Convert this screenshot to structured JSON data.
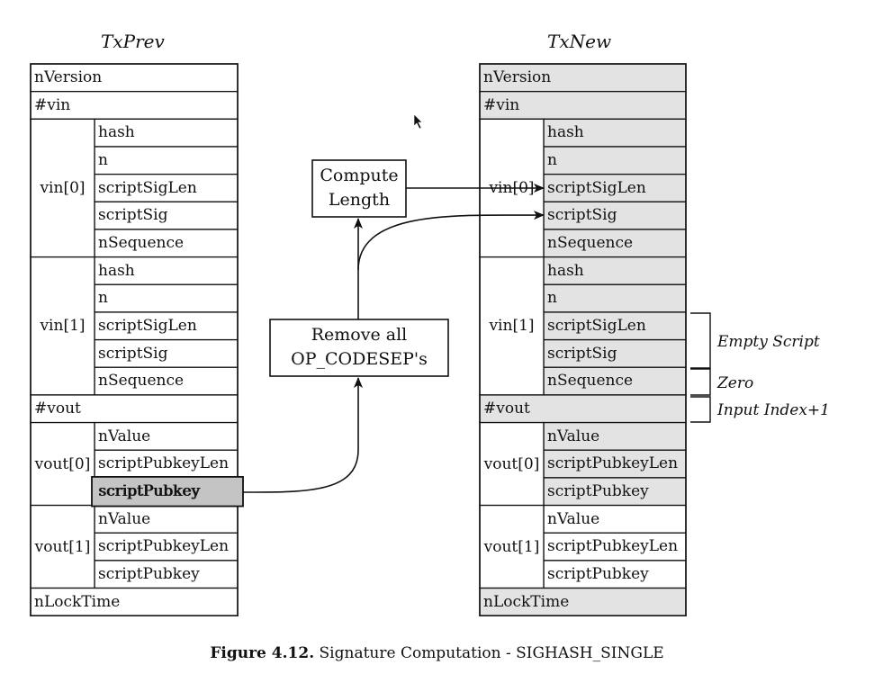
{
  "left": {
    "title": "TxPrev",
    "top": [
      "nVersion",
      "#vin"
    ],
    "vin": [
      {
        "label": "vin[0]",
        "fields": [
          "hash",
          "n",
          "scriptSigLen",
          "scriptSig",
          "nSequence"
        ]
      },
      {
        "label": "vin[1]",
        "fields": [
          "hash",
          "n",
          "scriptSigLen",
          "scriptSig",
          "nSequence"
        ]
      }
    ],
    "vout_count": "#vout",
    "vout": [
      {
        "label": "vout[0]",
        "fields": [
          "nValue",
          "scriptPubkeyLen",
          "scriptPubkey"
        ]
      },
      {
        "label": "vout[1]",
        "fields": [
          "nValue",
          "scriptPubkeyLen",
          "scriptPubkey"
        ]
      }
    ],
    "locktime": "nLockTime"
  },
  "right": {
    "title": "TxNew",
    "top": [
      "nVersion",
      "#vin"
    ],
    "vin": [
      {
        "label": "vin[0]",
        "fields": [
          "hash",
          "n",
          "scriptSigLen",
          "scriptSig",
          "nSequence"
        ]
      },
      {
        "label": "vin[1]",
        "fields": [
          "hash",
          "n",
          "scriptSigLen",
          "scriptSig",
          "nSequence"
        ]
      }
    ],
    "vout_count": "#vout",
    "vout": [
      {
        "label": "vout[0]",
        "fields": [
          "nValue",
          "scriptPubkeyLen",
          "scriptPubkey"
        ]
      },
      {
        "label": "vout[1]",
        "fields": [
          "nValue",
          "scriptPubkeyLen",
          "scriptPubkey"
        ]
      }
    ],
    "locktime": "nLockTime"
  },
  "process": {
    "compute_line1": "Compute",
    "compute_line2": "Length",
    "remove_line1": "Remove all",
    "remove_line2": "OP_CODESEP's"
  },
  "annotations": {
    "empty_script": "Empty Script",
    "zero": "Zero",
    "input_index": "Input Index+1"
  },
  "caption": {
    "bold": "Figure 4.12.",
    "text": " Signature Computation - SIGHASH_SINGLE"
  },
  "colors": {
    "shaded": "#e3e3e3",
    "highlight": "#c4c4c4",
    "stroke": "#111111"
  }
}
